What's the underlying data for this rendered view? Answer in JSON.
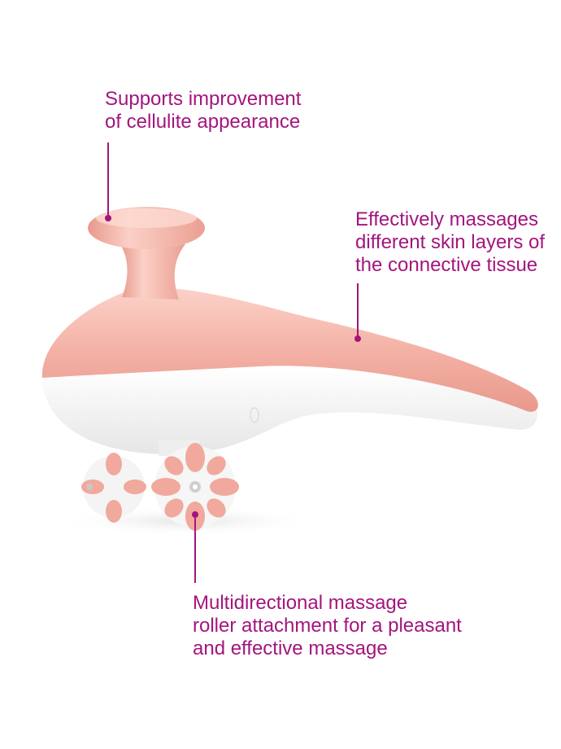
{
  "callouts": {
    "cellulite": {
      "line1": "Supports improvement",
      "line2": "of cellulite appearance"
    },
    "skin_layers": {
      "line1": "Effectively massages",
      "line2": "different skin layers of",
      "line3": "the connective tissue"
    },
    "roller": {
      "line1": "Multidirectional massage",
      "line2": "roller attachment for a pleasant",
      "line3": "and effective massage"
    }
  },
  "colors": {
    "accent": "#a3157e",
    "device_pink": "#f2b3a8",
    "device_white": "#f7f7f7"
  }
}
